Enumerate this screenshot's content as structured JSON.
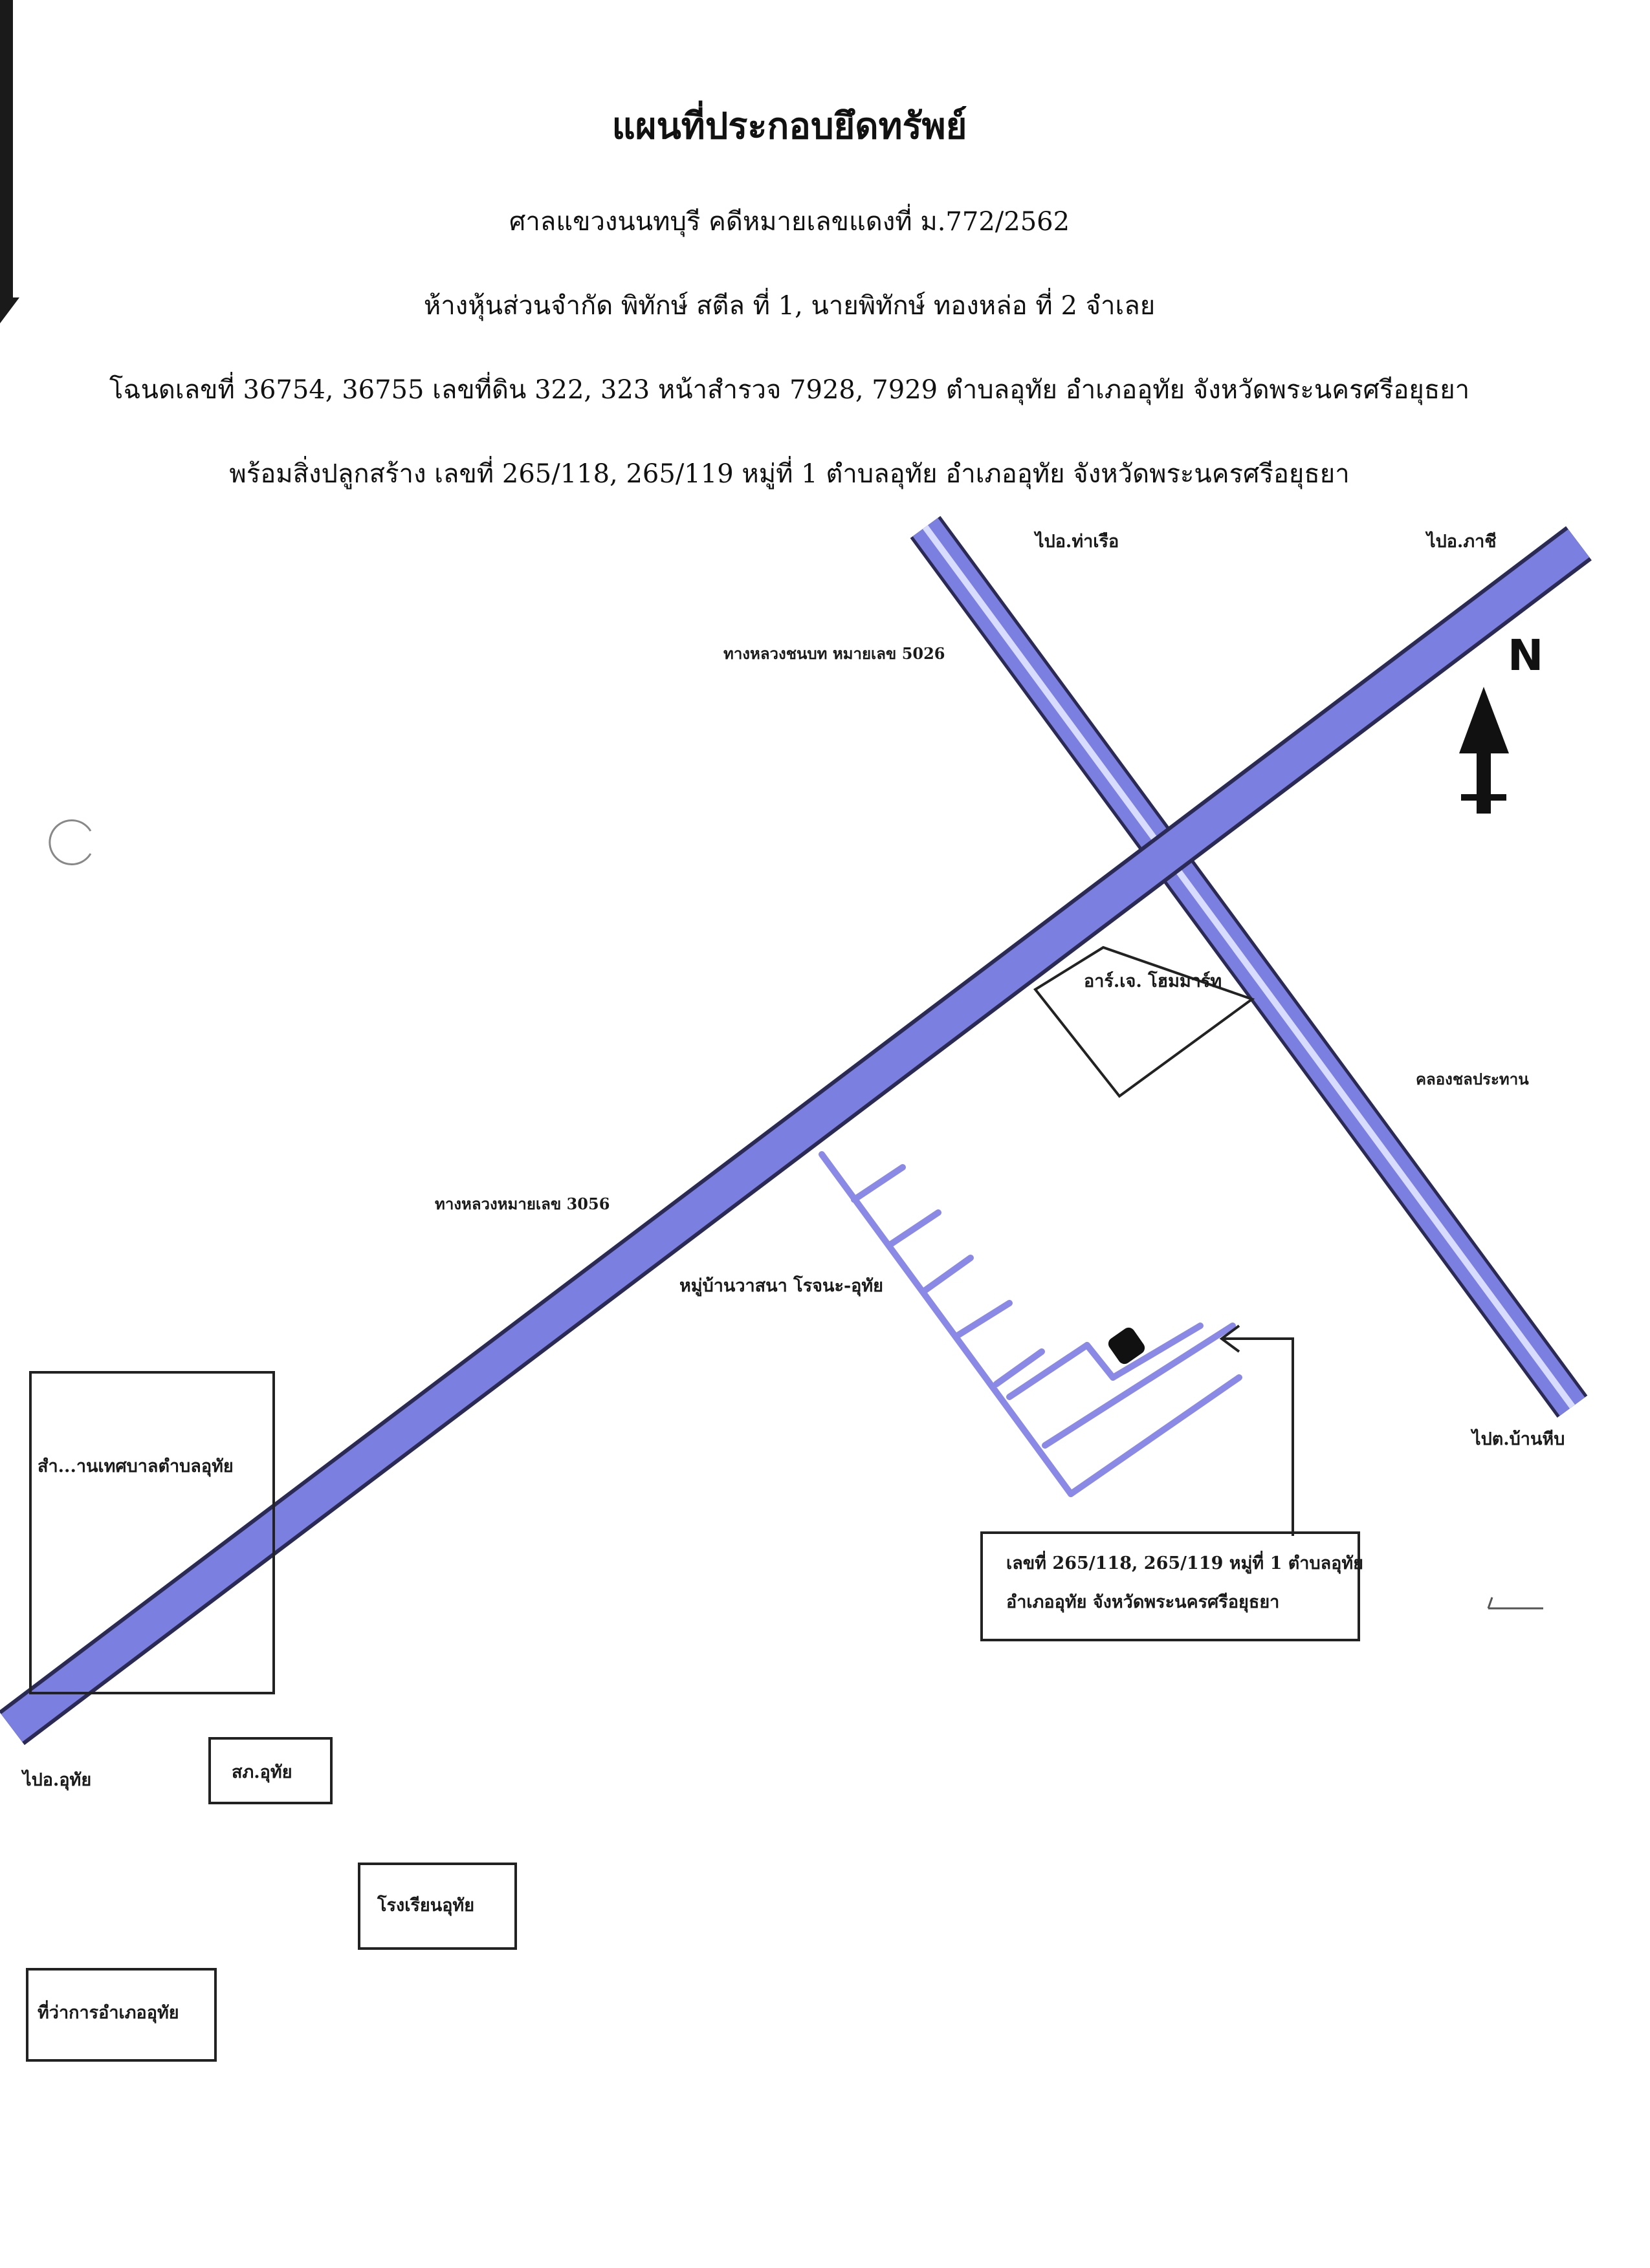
{
  "document": {
    "title": "แผนที่ประกอบยึดทรัพย์",
    "lines": [
      "ศาลแขวงนนทบุรี คดีหมายเลขแดงที่ ม.772/2562",
      "ห้างหุ้นส่วนจำกัด พิทักษ์ สตีล ที่ 1, นายพิทักษ์  ทองหล่อ ที่ 2 จำเลย",
      "โฉนดเลขที่ 36754, 36755 เลขที่ดิน 322, 323 หน้าสำรวจ  7928, 7929  ตำบลอุทัย อำเภออุทัย จังหวัดพระนครศรีอยุธยา",
      "พร้อมสิ่งปลูกสร้าง เลขที่ 265/118, 265/119 หมู่ที่ 1 ตำบลอุทัย อำเภออุทัย จังหวัดพระนครศรีอยุธยา"
    ]
  },
  "map": {
    "colors": {
      "road_fill": "#7b7fe0",
      "road_edge": "#2a2a55",
      "canal_center": "#d8dcff",
      "soi": "#8a8ae6",
      "line": "#222222",
      "marker": "#111111"
    },
    "north": {
      "letter": "N",
      "icon": "north-arrow-icon"
    },
    "labels": {
      "to_tha_ruea": "ไปอ.ท่าเรือ",
      "to_phachi": "ไปอ.ภาชี",
      "rural_road": "ทางหลวงชนบท หมายเลข 5026",
      "highway": "ทางหลวงหมายเลข 3056",
      "canal": "คลองชลประทาน",
      "village": "หมู่บ้านวาสนา โรจนะ-อุทัย",
      "to_ban_hip": "ไปต.บ้านหีบ",
      "to_uthai": "ไปอ.อุทัย"
    },
    "places": {
      "homemart": "อาร์.เจ. โฮมมาร์ท",
      "municipal_office": "สำ...านเทศบาลตำบลอุทัย",
      "police_station": "สภ.อุทัย",
      "school": "โรงเรียนอุทัย",
      "district_office": "ที่ว่าการอำเภออุทัย"
    },
    "property": {
      "line1": "เลขที่ 265/118, 265/119 หมู่ที่ 1 ตำบลอุทัย",
      "line2": "อำเภออุทัย จังหวัดพระนครศรีอยุธยา",
      "marker_icon": "property-marker-icon"
    }
  }
}
